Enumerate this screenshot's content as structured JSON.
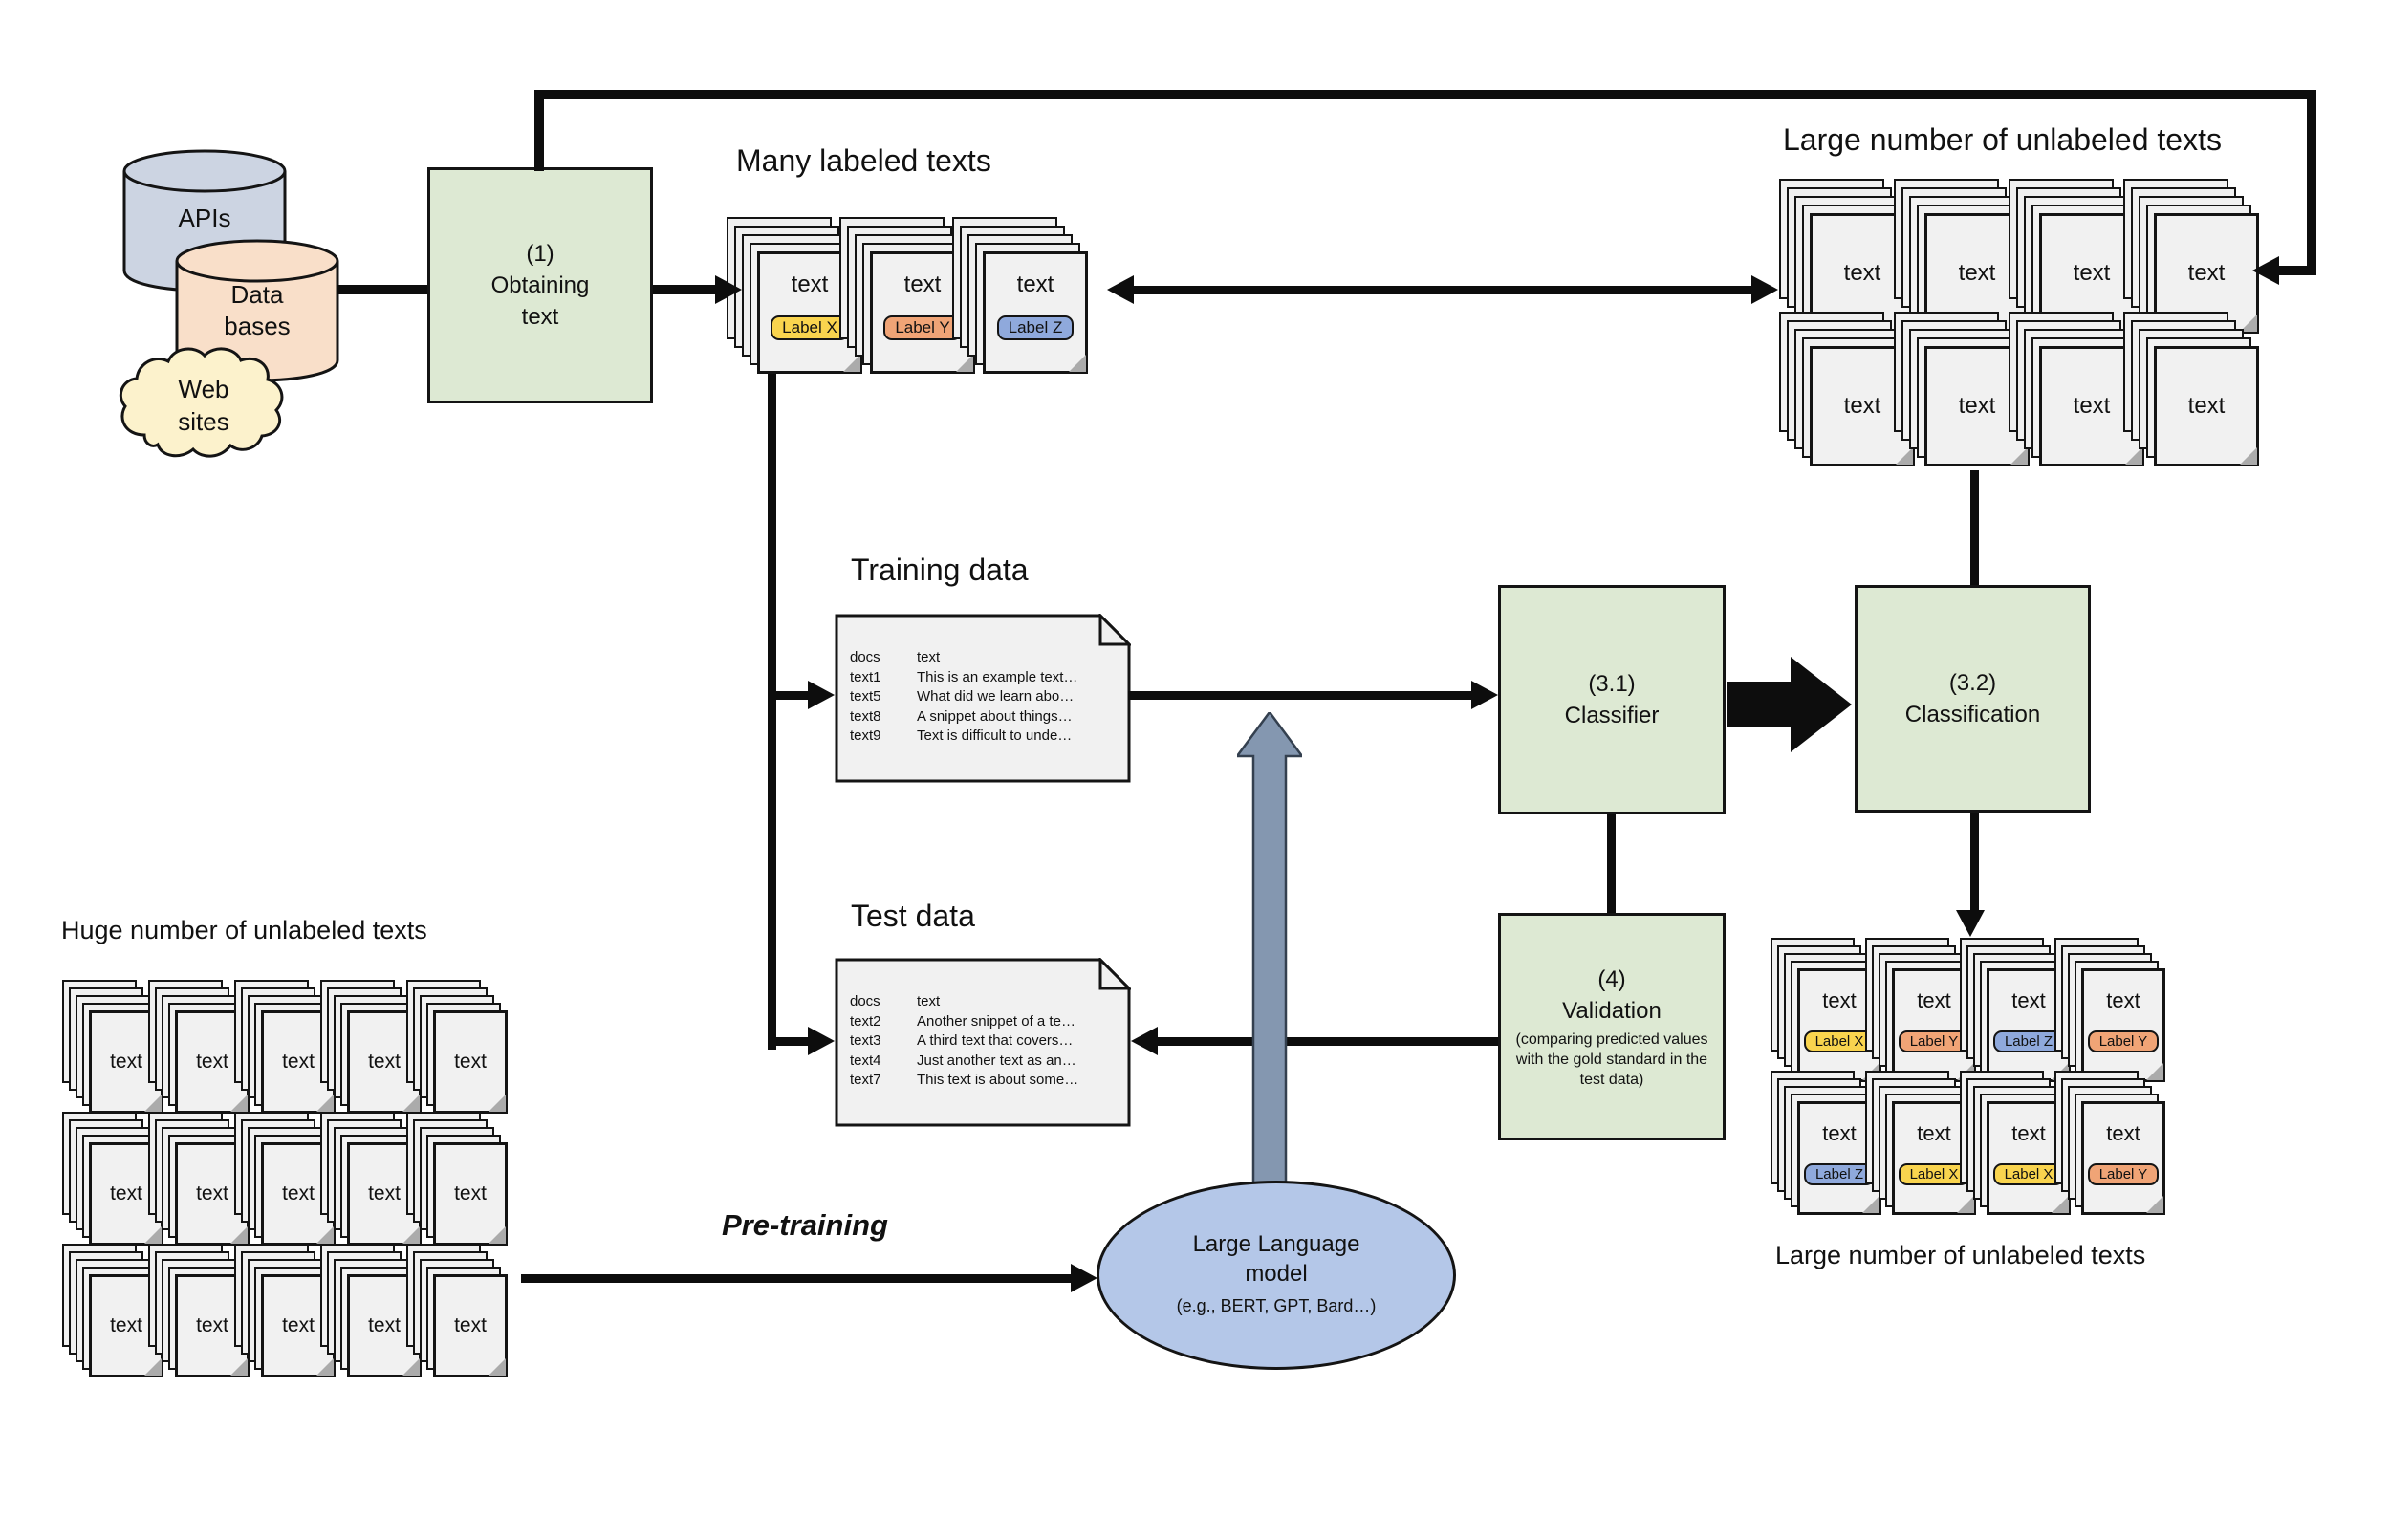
{
  "palette": {
    "line": "#0d0d0d",
    "green": "#dde9d3",
    "doc_fill": "#f1f1f1",
    "steel_arrow": "#8497b0",
    "steel_stroke": "#34404f",
    "ellipse_fill": "#b4c7e8",
    "apis_fill": "#ccd4e2",
    "databases_fill": "#f9dfc9",
    "cloud_fill": "#fcf2cc"
  },
  "doc_word": "text",
  "labels": {
    "X": {
      "text": "Label X",
      "color": "#f9d44e"
    },
    "Y": {
      "text": "Label Y",
      "color": "#f0a476"
    },
    "Z": {
      "text": "Label Z",
      "color": "#8fa9dc"
    }
  },
  "sources": {
    "apis": "APIs",
    "databases": [
      "Data",
      "bases"
    ],
    "websites": [
      "Web",
      "sites"
    ]
  },
  "step1": {
    "lines": [
      "(1)",
      "Obtaining",
      "text"
    ]
  },
  "many_labeled": {
    "heading": "Many labeled texts",
    "badges": [
      "X",
      "Y",
      "Z"
    ]
  },
  "unlabeled_top": {
    "heading": "Large number of unlabeled texts",
    "rows": 2,
    "cols": 4
  },
  "training": {
    "heading": "Training data",
    "rows": [
      [
        "docs",
        "text"
      ],
      [
        "text1",
        "This is an example text…"
      ],
      [
        "text5",
        "What did we learn abo…"
      ],
      [
        "text8",
        "A snippet about things…"
      ],
      [
        "text9",
        "Text is difficult to unde…"
      ]
    ]
  },
  "test": {
    "heading": "Test data",
    "rows": [
      [
        "docs",
        "text"
      ],
      [
        "text2",
        "Another snippet of a te…"
      ],
      [
        "text3",
        "A third text that covers…"
      ],
      [
        "text4",
        "Just another text as an…"
      ],
      [
        "text7",
        "This text is about some…"
      ]
    ]
  },
  "classifier": {
    "lines": [
      "(3.1)",
      "Classifier"
    ]
  },
  "classification": {
    "lines": [
      "(3.2)",
      "Classification"
    ]
  },
  "validation": {
    "lines": [
      "(4)",
      "Validation"
    ],
    "note": "(comparing predicted values with the gold standard in the test data)"
  },
  "llm": {
    "lines": [
      "Large Language",
      "model"
    ],
    "note": "(e.g., BERT, GPT, Bard…)"
  },
  "pretraining": {
    "label": "Pre-training"
  },
  "huge_unlabeled": {
    "heading": "Huge number of unlabeled texts",
    "rows": 3,
    "cols": 5
  },
  "labeled_bottom": {
    "caption": "Large number of unlabeled texts",
    "badges": [
      [
        "X",
        "Y",
        "Z",
        "Y"
      ],
      [
        "Z",
        "X",
        "X",
        "Y"
      ]
    ]
  }
}
